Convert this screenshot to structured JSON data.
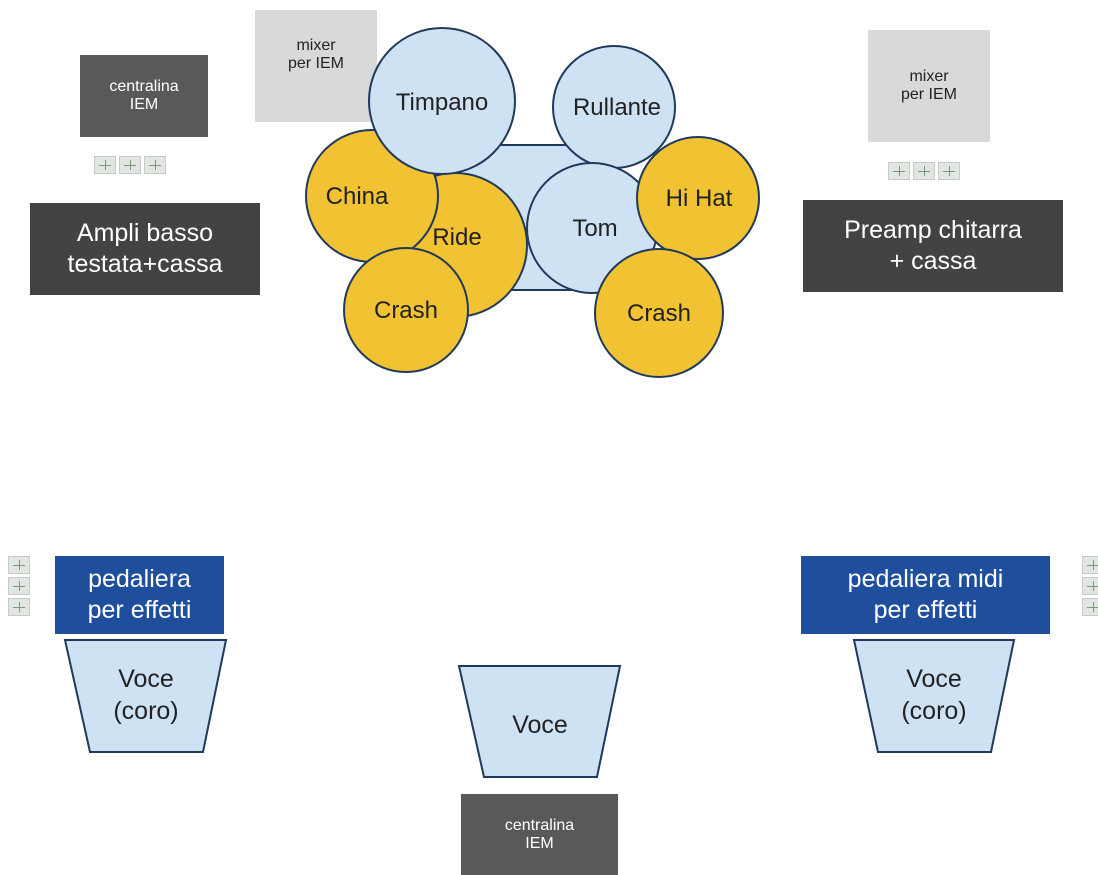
{
  "equipment": {
    "centralina_top": "centralina\nIEM",
    "mixer_left": "mixer\nper IEM",
    "mixer_right": "mixer\nper IEM",
    "ampli_basso": "Ampli basso\ntestata+cassa",
    "preamp_chitarra": "Preamp chitarra\n+     cassa",
    "pedaliera_left": "pedaliera\nper effetti",
    "pedaliera_right": "pedaliera midi\nper effetti",
    "centralina_bottom": "centralina\nIEM"
  },
  "drums": {
    "timpano": "Timpano",
    "rullante": "Rullante",
    "china": "China",
    "ride": "Ride",
    "tom": "Tom",
    "hihat": "Hi Hat",
    "crash_left": "Crash",
    "crash_right": "Crash"
  },
  "vocals": {
    "left": "Voce\n(coro)",
    "center": "Voce",
    "right": "Voce\n(coro)"
  },
  "colors": {
    "drum_fill": "#cfe2f3",
    "cymbal_fill": "#f1c232",
    "outline": "#1f3a5c",
    "dark_box": "#434343",
    "gray_box": "#595959",
    "light_box": "#d9d9d9",
    "navy_box": "#1f4e9c"
  }
}
